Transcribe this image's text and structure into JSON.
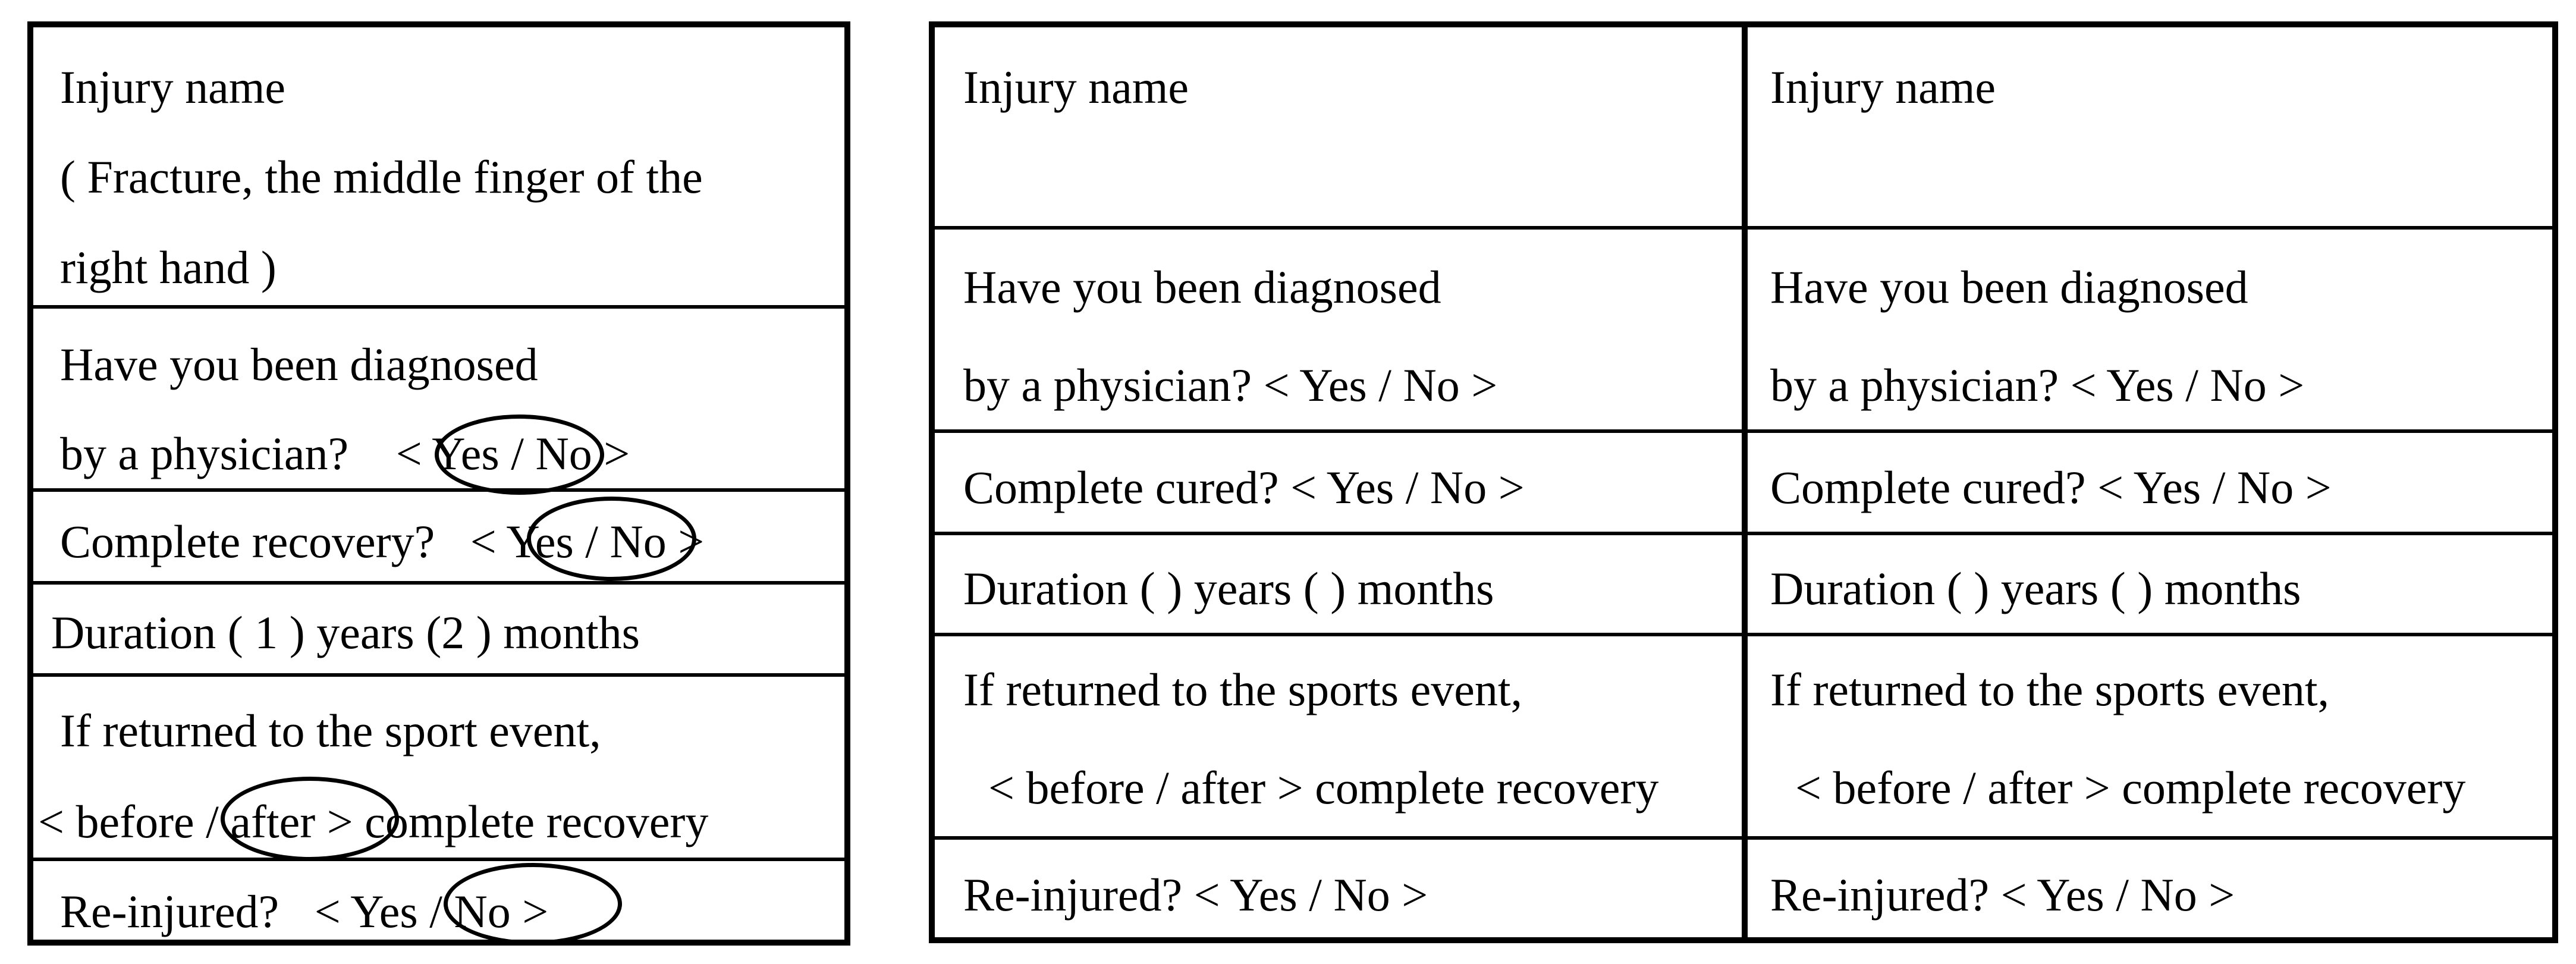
{
  "example_form": {
    "injury_label": "Injury name",
    "injury_value_line1": "( Fracture, the middle finger of the",
    "injury_value_line2": "right hand )",
    "diagnosed_line1": "Have you been diagnosed",
    "diagnosed_prefix": "by a physician?",
    "diagnosed_options": "< Yes / No >",
    "recovery_prefix": "Complete recovery?",
    "recovery_options": "< Yes / No >",
    "duration_text": "Duration  ( 1 ) years (2 ) months",
    "returned_line1": "If returned to the sport event,",
    "returned_line2": "< before / after > complete recovery",
    "reinjured_prefix": "Re-injured?",
    "reinjured_options": "< Yes / No >"
  },
  "blank_form": {
    "columns": [
      {
        "injury_label": "Injury name",
        "diagnosed_line1": "Have you been diagnosed",
        "diagnosed_line2": "by a physician?    < Yes / No >",
        "cured_text": "Complete cured?   < Yes / No >",
        "duration_text": "Duration  (    ) years (    ) months",
        "returned_line1": "If returned to the sports event,",
        "returned_line2": "< before / after > complete recovery",
        "reinjured_text": "Re-injured?  < Yes / No >"
      },
      {
        "injury_label": "Injury name",
        "diagnosed_line1": "Have you been diagnosed",
        "diagnosed_line2": "by a physician?    < Yes / No >",
        "cured_text": "Complete cured?   < Yes / No >",
        "duration_text": "Duration  (    ) years (    ) months",
        "returned_line1": "If returned to the sports event,",
        "returned_line2": "< before / after > complete recovery",
        "reinjured_text": "Re-injured?  < Yes / No >"
      }
    ]
  }
}
